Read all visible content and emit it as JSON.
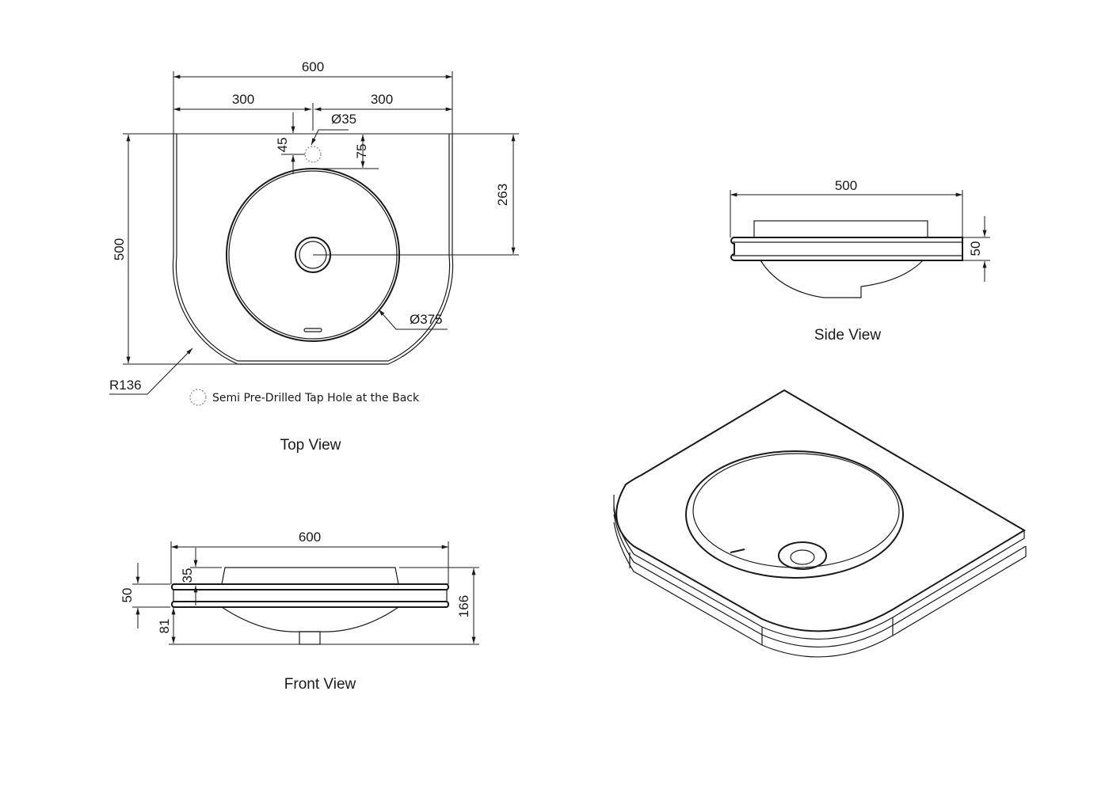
{
  "top_view": {
    "title": "Top View",
    "dim_width": "600",
    "dim_left_half": "300",
    "dim_right_half": "300",
    "dim_tap_hole_dia": "Ø35",
    "dim_tap_offset": "45",
    "dim_basin_offset": "75",
    "dim_drain_center": "263",
    "dim_depth": "500",
    "dim_basin_dia": "Ø375",
    "dim_corner_radius": "R136",
    "legend_note": "Semi Pre-Drilled Tap Hole at the Back"
  },
  "side_view": {
    "title": "Side View",
    "dim_width": "500",
    "dim_thickness": "50"
  },
  "front_view": {
    "title": "Front View",
    "dim_width": "600",
    "dim_rim_height": "35",
    "dim_thickness": "50",
    "dim_bowl_depth": "81",
    "dim_total_height": "166"
  }
}
